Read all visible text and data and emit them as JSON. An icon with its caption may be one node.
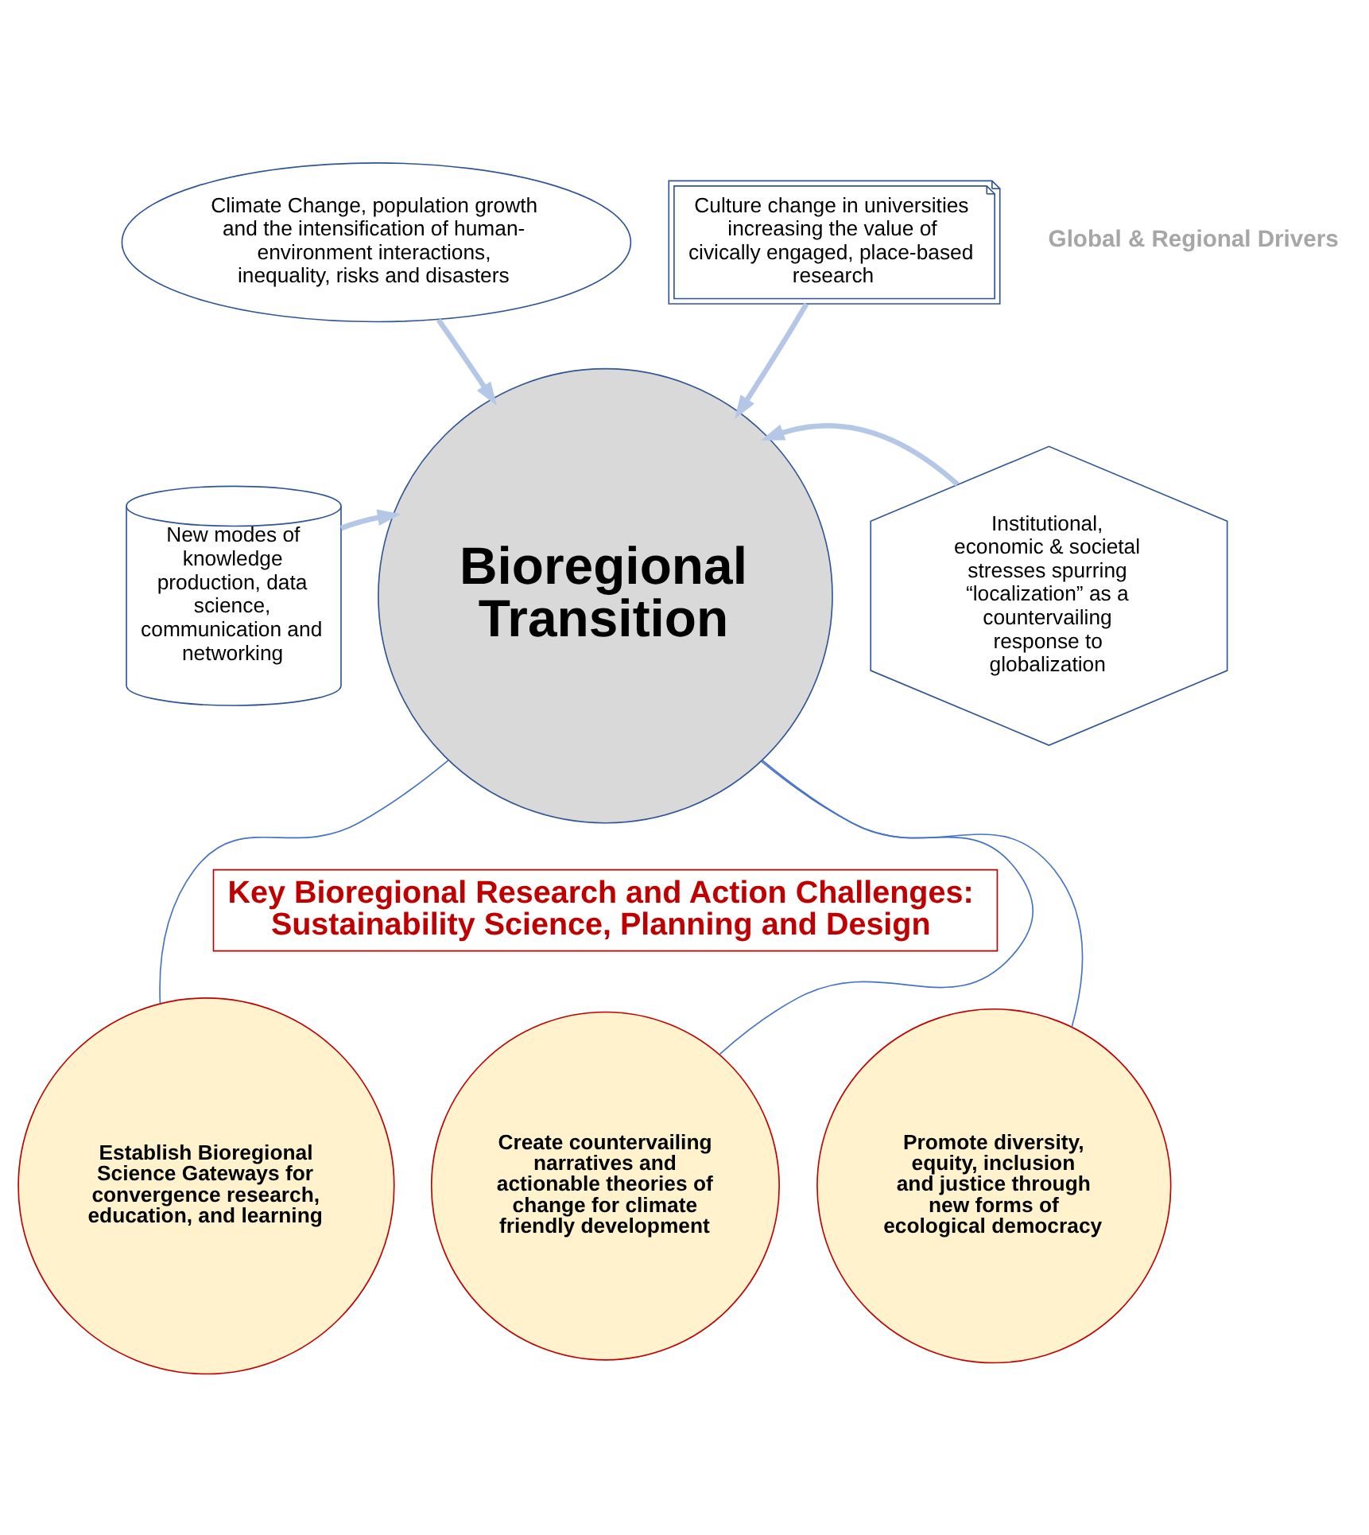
{
  "diagram": {
    "nodes": [
      {
        "text": [
          "Climate Change, population growth and the intensification of human-environment interactions, inequality, risks and disasters"
        ]
      },
      {
        "text": [
          "Culture change in universities increasing the value of civically engaged, place-based research"
        ]
      },
      {
        "text": [
          "New modes of knowledge production, data science, communication and networking"
        ]
      },
      {
        "text": [
          "Bioregional Transition"
        ]
      },
      {
        "text": [
          "Institutional, economic & societal stresses spurring “localization” as a countervailing response to globalization"
        ]
      },
      {
        "text": [
          "Key Bioregional Research and Action Challenges: Sustainability Science, Planning and Design"
        ]
      },
      {
        "text": [
          "Establish Bioregional Science Gateways for convergence research, education, and learning"
        ]
      },
      {
        "text": [
          "Create countervailing narratives and actionable theories of change for climate friendly development"
        ]
      },
      {
        "text": [
          "Promote diversity, equity, inclusion and justice through new forms of ecological democracy"
        ]
      }
    ],
    "edges": [
      {
        "from": 0,
        "to": 3,
        "arrow": "to"
      },
      {
        "from": 1,
        "to": 3,
        "arrow": "to"
      },
      {
        "from": 2,
        "to": 3,
        "arrow": "to"
      },
      {
        "from": 4,
        "to": 3,
        "arrow": "to"
      },
      {
        "from": 3,
        "to": 6,
        "arrow": "none",
        "color": "#4472c4"
      },
      {
        "from": 3,
        "to": 7,
        "arrow": "none",
        "color": "#4472c4"
      },
      {
        "from": 3,
        "to": 8,
        "arrow": "none",
        "color": "#4472c4"
      }
    ],
    "labels": [
      "Global & Regional Drivers"
    ]
  }
}
